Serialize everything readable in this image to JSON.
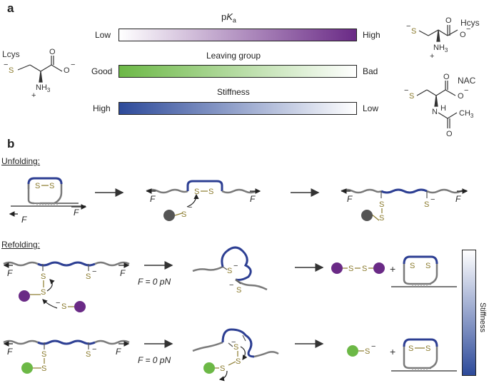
{
  "panels": {
    "a": "a",
    "b": "b"
  },
  "scales": [
    {
      "title_prefix": "p",
      "title_italic": "K",
      "title_sub": "a",
      "left": "Low",
      "right": "High",
      "colors": [
        "#ffffff",
        "#6a2a86"
      ]
    },
    {
      "title": "Leaving group",
      "left": "Good",
      "right": "Bad",
      "colors": [
        "#6cb846",
        "#ffffff"
      ]
    },
    {
      "title": "Stiffness",
      "left": "High",
      "right": "Low",
      "colors": [
        "#2d4a9a",
        "#ffffff"
      ]
    }
  ],
  "molecules": {
    "lcys": "Lcys",
    "hcys": "Hcys",
    "nac": "NAC"
  },
  "sections": {
    "unfolding": "Unfolding:",
    "refolding": "Refolding:"
  },
  "force": {
    "F": "F",
    "zero": "F = 0 pN"
  },
  "atoms": {
    "S": "S",
    "minus": "−",
    "plus": "+",
    "O": "O",
    "N": "N",
    "H": "H",
    "NH3": "NH",
    "three": "3",
    "CH3": "CH"
  },
  "stiffness_bar": {
    "label": "Stiffness",
    "colors": [
      "#ffffff",
      "#2d4a9a"
    ]
  }
}
